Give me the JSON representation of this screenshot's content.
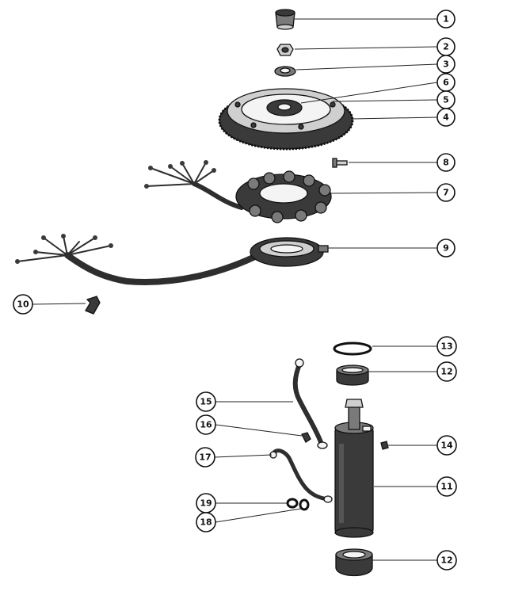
{
  "callouts": [
    {
      "id": "c1",
      "label": "1"
    },
    {
      "id": "c2",
      "label": "2"
    },
    {
      "id": "c3",
      "label": "3"
    },
    {
      "id": "c6",
      "label": "6"
    },
    {
      "id": "c5",
      "label": "5"
    },
    {
      "id": "c4",
      "label": "4"
    },
    {
      "id": "c8",
      "label": "8"
    },
    {
      "id": "c7",
      "label": "7"
    },
    {
      "id": "c9",
      "label": "9"
    },
    {
      "id": "c10",
      "label": "10"
    },
    {
      "id": "c13",
      "label": "13"
    },
    {
      "id": "c12a",
      "label": "12"
    },
    {
      "id": "c15",
      "label": "15"
    },
    {
      "id": "c16",
      "label": "16"
    },
    {
      "id": "c14",
      "label": "14"
    },
    {
      "id": "c17",
      "label": "17"
    },
    {
      "id": "c11",
      "label": "11"
    },
    {
      "id": "c19",
      "label": "19"
    },
    {
      "id": "c18",
      "label": "18"
    },
    {
      "id": "c12b",
      "label": "12"
    }
  ]
}
